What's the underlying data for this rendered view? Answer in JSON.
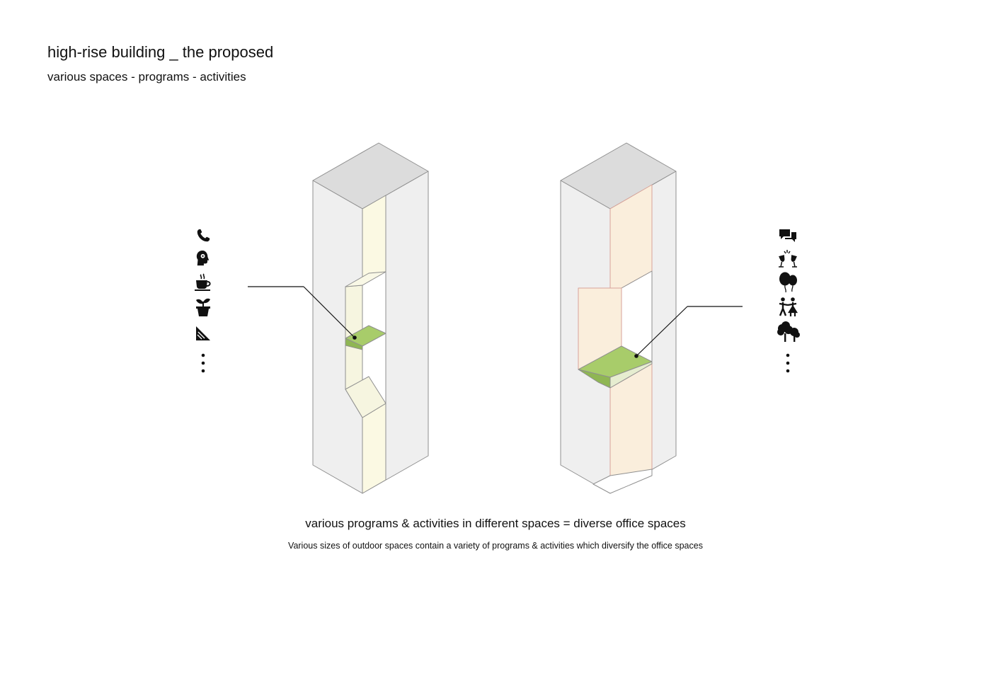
{
  "header": {
    "title": "high-rise building _ the proposed",
    "subtitle": "various spaces - programs - activities"
  },
  "caption": {
    "main": "various programs & activities in different spaces = diverse office spaces",
    "sub": "Various sizes of outdoor spaces contain a variety of programs & activities which diversify the office spaces"
  },
  "colors": {
    "building_face": "#efefef",
    "building_top": "#dcdcdc",
    "yellow_void": "#fbf9e3",
    "peach_void": "#faeedc",
    "green_platform": "#a8cc6a",
    "pale_green": "#e6edd0",
    "outline": "#8f8f8f"
  },
  "left_icons": [
    "phone-icon",
    "mind-icon",
    "coffee-cup-icon",
    "potted-plant-icon",
    "sandwich-icon",
    "more-dots-icon"
  ],
  "right_icons": [
    "chat-bubbles-icon",
    "wine-toast-icon",
    "balloons-icon",
    "dancing-couple-icon",
    "trees-icon",
    "more-dots-icon"
  ]
}
